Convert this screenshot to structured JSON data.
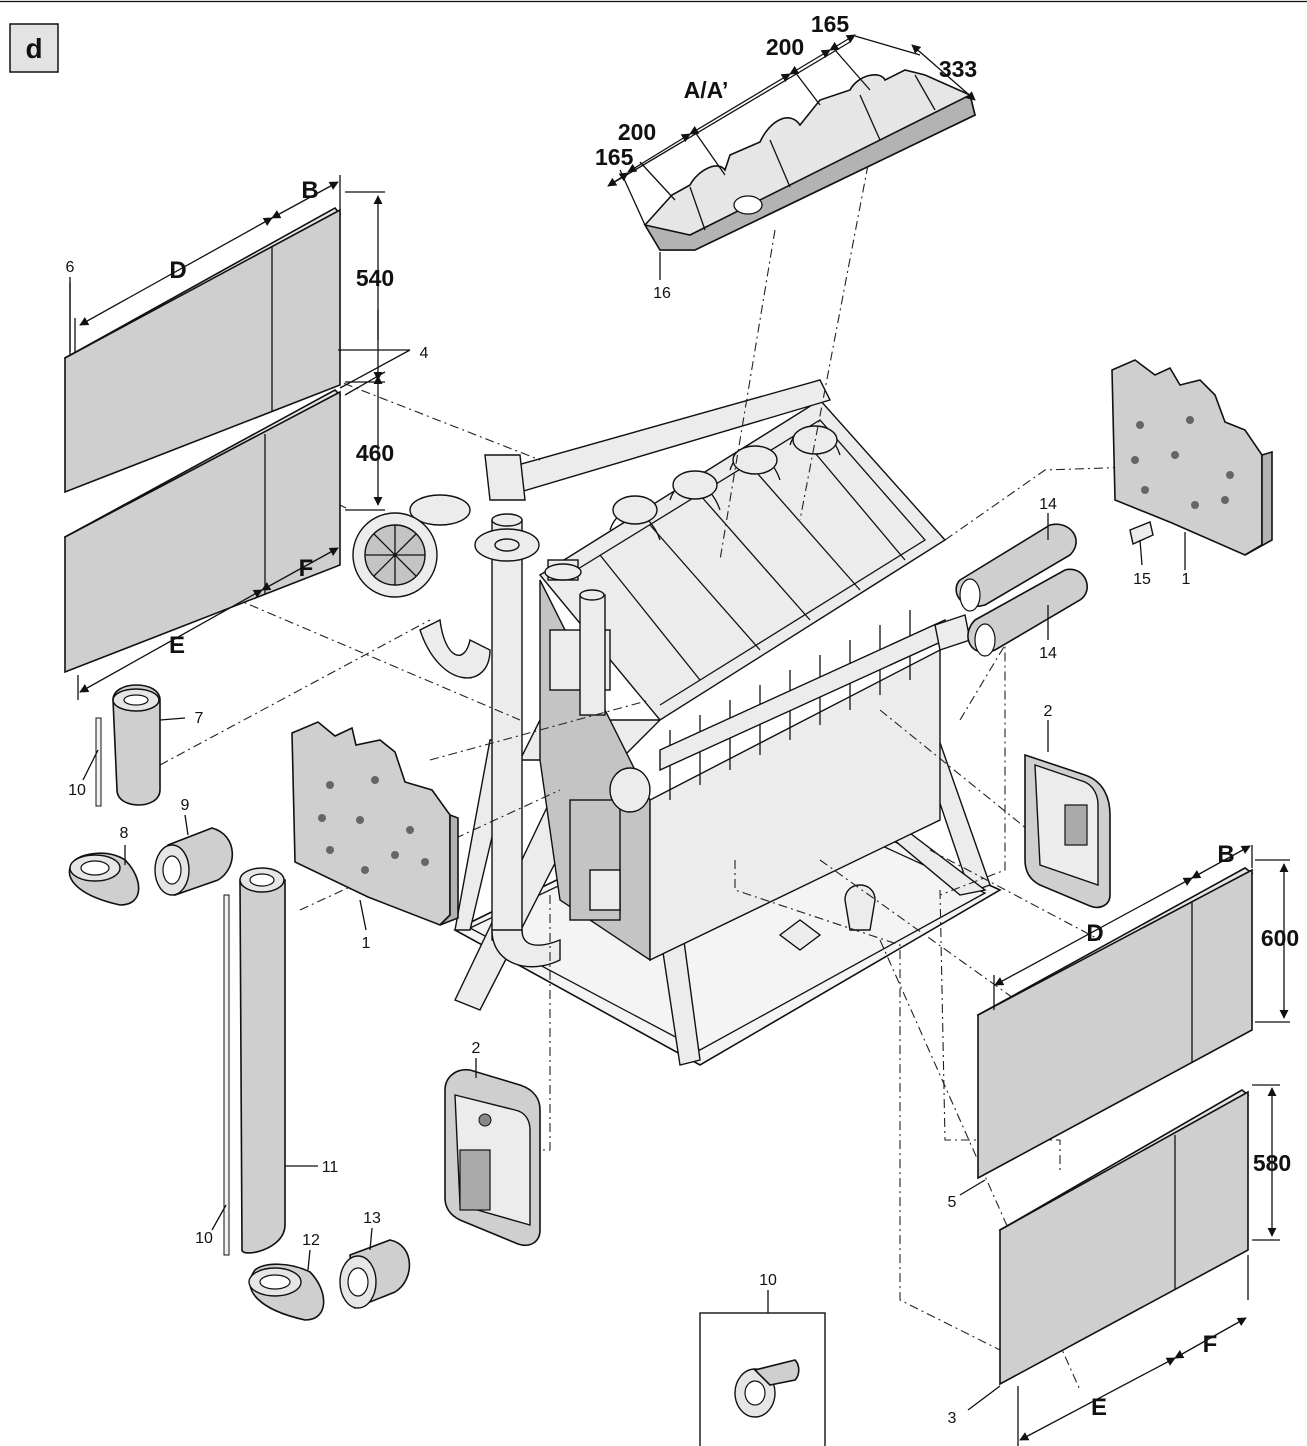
{
  "figure_letter": "d",
  "dimensions": {
    "top_165_left": "165",
    "top_200_left": "200",
    "top_aa": "A/A’",
    "top_200_right": "200",
    "top_165_right": "165",
    "top_333": "333",
    "left_b": "B",
    "left_d": "D",
    "left_540": "540",
    "left_460": "460",
    "left_f": "F",
    "left_e": "E",
    "right_b": "B",
    "right_d": "D",
    "right_600": "600",
    "right_580": "580",
    "right_f": "F",
    "right_e": "E"
  },
  "callouts": {
    "c1_left": "1",
    "c1_right": "1",
    "c2_left": "2",
    "c2_right": "2",
    "c3": "3",
    "c4": "4",
    "c5": "5",
    "c6": "6",
    "c7": "7",
    "c8": "8",
    "c9": "9",
    "c10_a": "10",
    "c10_b": "10",
    "c10_c": "10",
    "c11": "11",
    "c12": "12",
    "c13": "13",
    "c14_a": "14",
    "c14_b": "14",
    "c15": "15",
    "c16": "16"
  }
}
